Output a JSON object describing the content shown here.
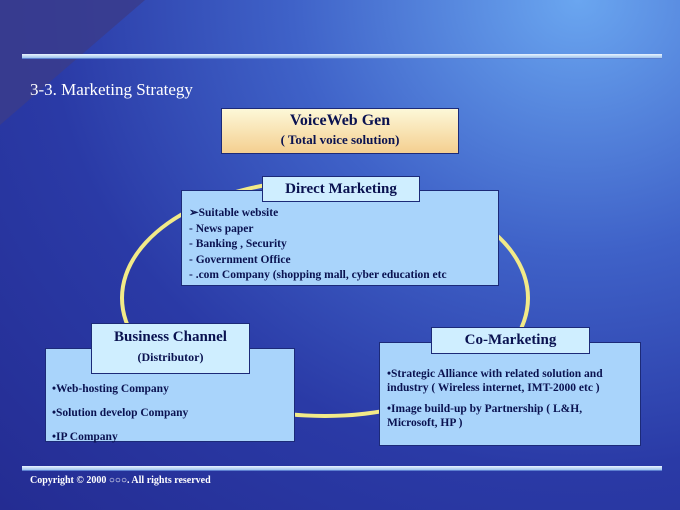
{
  "slide": {
    "title": "3-3. Marketing Strategy",
    "footer": "Copyright © 2000 ○○○. All rights reserved"
  },
  "center": {
    "title": "VoiceWeb Gen",
    "subtitle": "( Total voice solution)"
  },
  "direct_marketing": {
    "label": "Direct Marketing",
    "items": [
      "➢Suitable website",
      "- News paper",
      "- Banking , Security",
      "- Government Office",
      "- .com Company (shopping mall, cyber education etc"
    ]
  },
  "business_channel": {
    "label": "Business Channel",
    "sublabel": "(Distributor)",
    "items": [
      "•Web-hosting Company",
      "•Solution develop Company",
      "•IP Company"
    ]
  },
  "co_marketing": {
    "label": "Co-Marketing",
    "items": [
      "•Strategic Alliance with related solution and industry ( Wireless internet, IMT-2000 etc )",
      "•Image build-up by Partnership ( L&H, Microsoft, HP )"
    ]
  }
}
